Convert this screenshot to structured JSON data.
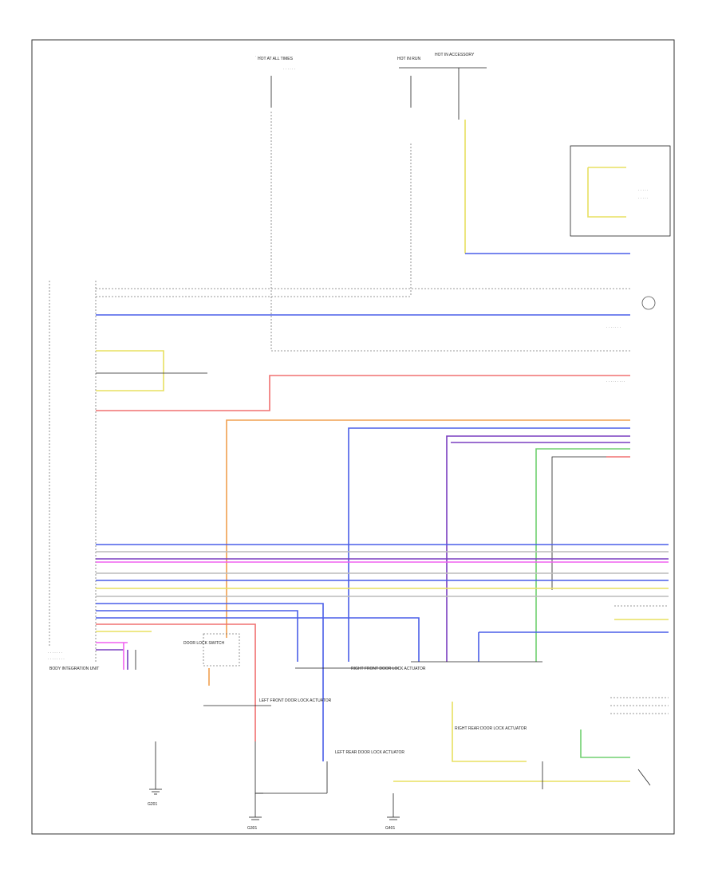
{
  "diagram": {
    "footer_code": "",
    "wire_colors": {
      "blue": "#4a5ee8",
      "purple": "#7a3ec0",
      "red": "#f07070",
      "orange": "#f0a050",
      "yellow": "#e8e060",
      "green": "#70d070",
      "black": "#222222",
      "gray": "#bbbbbb",
      "pink": "#f060f0"
    },
    "labels": {
      "hot_at_all_times": "HOT AT ALL TIMES",
      "hot_in_run": "HOT IN RUN",
      "hot_accessory": "HOT IN ACCESSORY",
      "body_integration_unit": "BODY INTEGRATION UNIT",
      "door_lock_switch": "DOOR LOCK SWITCH",
      "left_front_door_lock": "LEFT FRONT DOOR LOCK ACTUATOR",
      "right_front_door_lock": "RIGHT FRONT DOOR LOCK ACTUATOR",
      "left_rear_door_lock": "LEFT REAR DOOR LOCK ACTUATOR",
      "right_rear_door_lock": "RIGHT REAR DOOR LOCK ACTUATOR",
      "ground_g1": "G201",
      "ground_g2": "G301",
      "ground_g3": "G401"
    }
  }
}
